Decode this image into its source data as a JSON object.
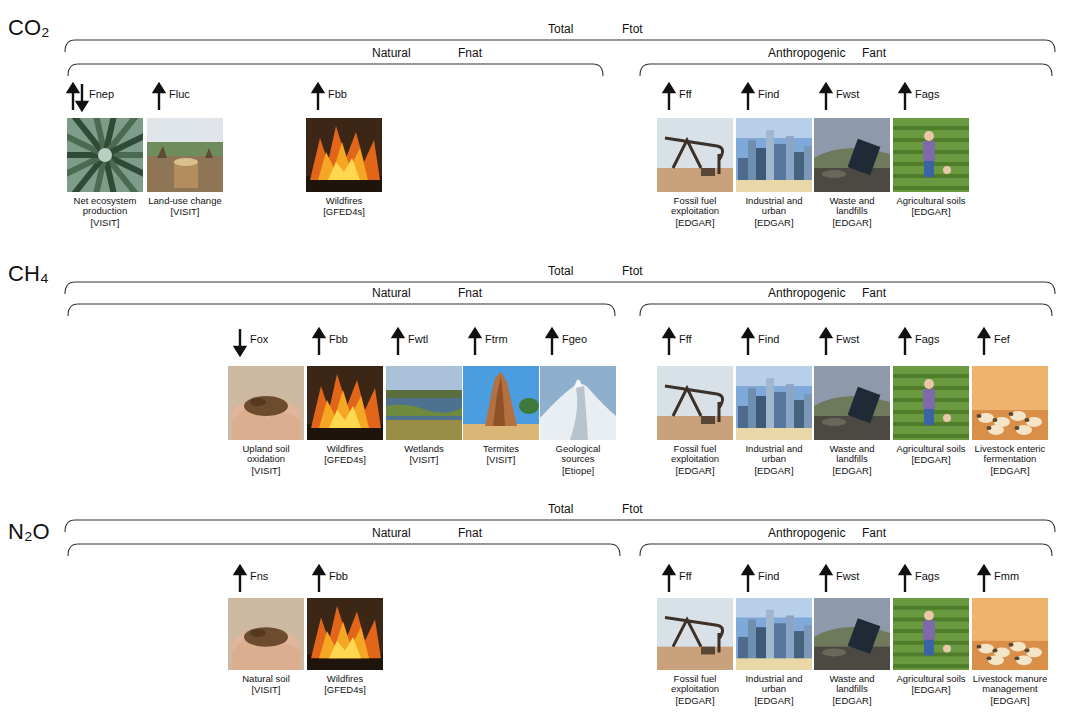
{
  "diagram": {
    "nodes": [
      {
        "text": [
          "Fnep",
          "Net ecosystem production",
          "[VISIT]"
        ]
      },
      {
        "text": [
          "Fluc",
          "Land-use change",
          "[VISIT]"
        ]
      },
      {
        "text": [
          "Fbb",
          "Wildfires",
          "[GFED4s]"
        ]
      },
      {
        "text": [
          "Fff",
          "Fossil fuel exploitation",
          "[EDGAR]"
        ]
      },
      {
        "text": [
          "Find",
          "Industrial and urban",
          "[EDGAR]"
        ]
      },
      {
        "text": [
          "Fwst",
          "Waste and landfills",
          "[EDGAR]"
        ]
      },
      {
        "text": [
          "Fags",
          "Agricultural soils",
          "[EDGAR]"
        ]
      },
      {
        "text": [
          "Fox",
          "Upland soil oxidation",
          "[VISIT]"
        ]
      },
      {
        "text": [
          "Fbb",
          "Wildfires",
          "[GFED4s]"
        ]
      },
      {
        "text": [
          "Fwtl",
          "Wetlands",
          "[VISIT]"
        ]
      },
      {
        "text": [
          "Ftrm",
          "Termites",
          "[VISIT]"
        ]
      },
      {
        "text": [
          "Fgeo",
          "Geological sources",
          "[Etiope]"
        ]
      },
      {
        "text": [
          "Fff",
          "Fossil fuel exploitation",
          "[EDGAR]"
        ]
      },
      {
        "text": [
          "Find",
          "Industrial and urban",
          "[EDGAR]"
        ]
      },
      {
        "text": [
          "Fwst",
          "Waste and landfills",
          "[EDGAR]"
        ]
      },
      {
        "text": [
          "Fags",
          "Agricultural soils",
          "[EDGAR]"
        ]
      },
      {
        "text": [
          "Fef",
          "Livestock enteric fermentation",
          "[EDGAR]"
        ]
      },
      {
        "text": [
          "Fns",
          "Natural soil",
          "[VISIT]"
        ]
      },
      {
        "text": [
          "Fbb",
          "Wildfires",
          "[GFED4s]"
        ]
      },
      {
        "text": [
          "Fff",
          "Fossil fuel exploitation",
          "[EDGAR]"
        ]
      },
      {
        "text": [
          "Find",
          "Industrial and urban",
          "[EDGAR]"
        ]
      },
      {
        "text": [
          "Fwst",
          "Waste and landfills",
          "[EDGAR]"
        ]
      },
      {
        "text": [
          "Fags",
          "Agricultural soils",
          "[EDGAR]"
        ]
      },
      {
        "text": [
          "Fmm",
          "Livestock manure management",
          "[EDGAR]"
        ]
      }
    ],
    "labels": [
      "CO₂",
      "Total",
      "Ftot",
      "Natural",
      "Fnat",
      "Anthropogenic",
      "Fant",
      "CH₄",
      "Total",
      "Ftot",
      "Natural",
      "Fnat",
      "Anthropogenic",
      "Fant",
      "N₂O",
      "Total",
      "Ftot",
      "Natural",
      "Fnat",
      "Anthropogenic",
      "Fant"
    ]
  }
}
